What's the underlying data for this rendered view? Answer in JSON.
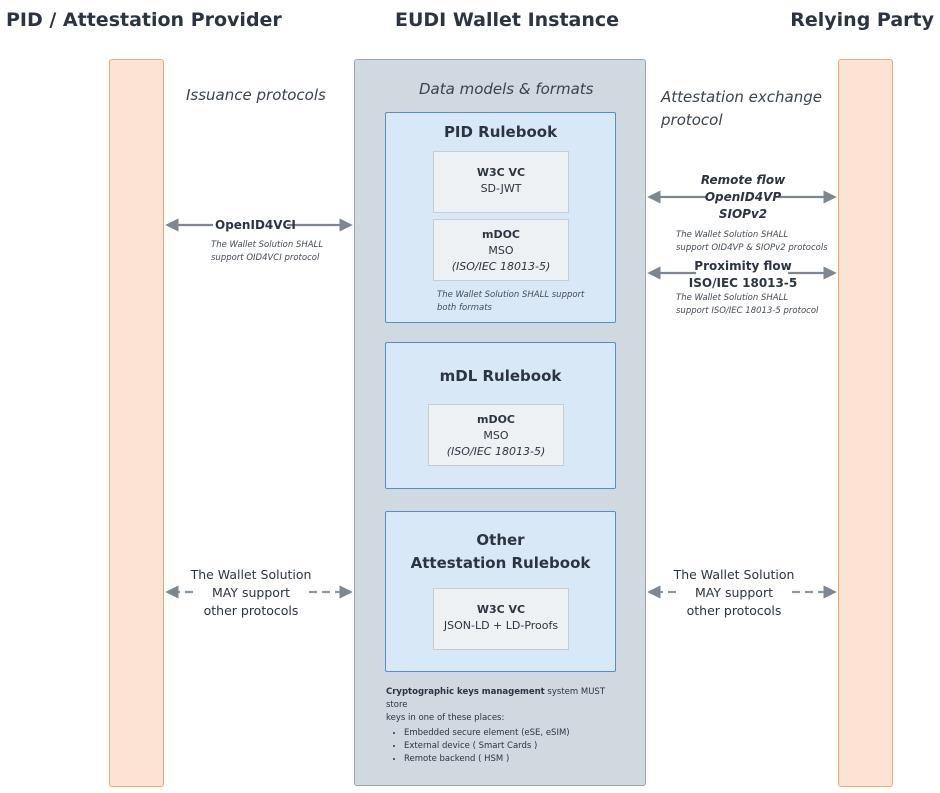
{
  "headings": {
    "left": "PID / Attestation Provider",
    "center": "EUDI Wallet Instance",
    "right": "Relying Party"
  },
  "sections": {
    "issuance": "Issuance protocols",
    "data_models": "Data models & formats",
    "exchange_line1": "Attestation exchange",
    "exchange_line2": "protocol"
  },
  "rulebooks": {
    "pid": {
      "title": "PID Rulebook",
      "formats": [
        {
          "name": "W3C VC",
          "line2": "SD-JWT",
          "line3": ""
        },
        {
          "name": "mDOC",
          "line2": "MSO",
          "line3": "(ISO/IEC 18013-5)"
        }
      ],
      "note_line1": "The Wallet Solution SHALL support",
      "note_line2": "both formats"
    },
    "mdl": {
      "title": "mDL Rulebook",
      "format": {
        "name": "mDOC",
        "line2": "MSO",
        "line3": "(ISO/IEC 18013-5)"
      }
    },
    "other": {
      "title_line1": "Other",
      "title_line2": "Attestation Rulebook",
      "format": {
        "name": "W3C VC",
        "line2": "JSON-LD + LD-Proofs"
      }
    }
  },
  "issuance_flow": {
    "label": "OpenID4VCI",
    "note_line1": "The Wallet Solution SHALL",
    "note_line2": "support OID4VCI protocol"
  },
  "remote_flow": {
    "line1": "Remote flow",
    "line2": "OpenID4VP",
    "line3": "SIOPv2",
    "note_line1": "The Wallet Solution SHALL",
    "note_line2": "support OID4VP & SIOPv2 protocols"
  },
  "proximity_flow": {
    "line1": "Proximity flow",
    "line2": "ISO/IEC 18013-5",
    "note_line1": "The Wallet Solution SHALL",
    "note_line2": "support ISO/IEC 18013-5 protocol"
  },
  "other_protocols": {
    "line1": "The Wallet Solution",
    "line2": "MAY support",
    "line3": "other protocols"
  },
  "keys": {
    "bold": "Cryptographic keys management",
    "rest": " system MUST store",
    "line2": "keys in one of these places:",
    "items": [
      "Embedded secure element (eSE, eSIM)",
      "External device ( Smart Cards )",
      "Remote backend ( HSM )"
    ]
  },
  "colors": {
    "actor_fill": "#fbe4d3",
    "actor_border": "#f0a96f",
    "wallet_fill": "#d0d8e0",
    "rulebook_fill": "#d9e8f7",
    "rulebook_border": "#4f8fd4",
    "arrow": "#7d8791"
  }
}
